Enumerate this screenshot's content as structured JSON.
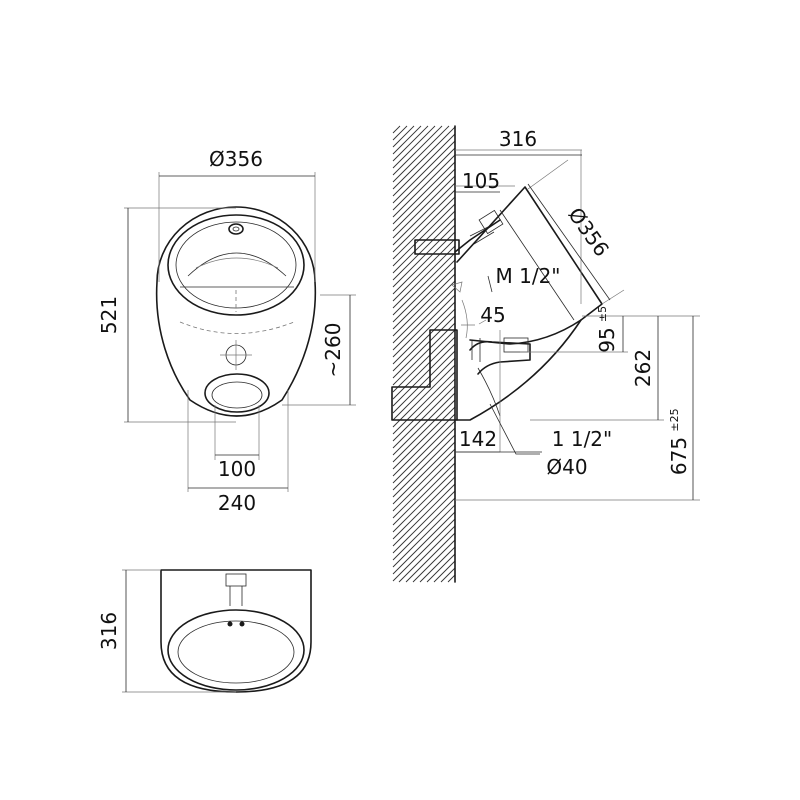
{
  "front_view": {
    "dim_diameter": "Ø356",
    "dim_height": "521",
    "dim_outlet_height": "~260",
    "dim_outlet_width": "100",
    "dim_total_width": "240"
  },
  "top_view": {
    "dim_depth": "316"
  },
  "side_view": {
    "dim_depth": "316",
    "dim_inlet_offset": "105",
    "dim_diameter": "Ø356",
    "dim_thread": "M 1/2\"",
    "dim_angle": "45",
    "dim_rim_offset": "95",
    "dim_rim_offset_tol": "±5",
    "dim_rim_to_outlet": "262",
    "dim_rim_height": "675",
    "dim_rim_height_tol": "±25",
    "dim_outlet_offset": "142",
    "dim_outlet_thread": "1 1/2\"",
    "dim_outlet_diameter": "Ø40"
  }
}
